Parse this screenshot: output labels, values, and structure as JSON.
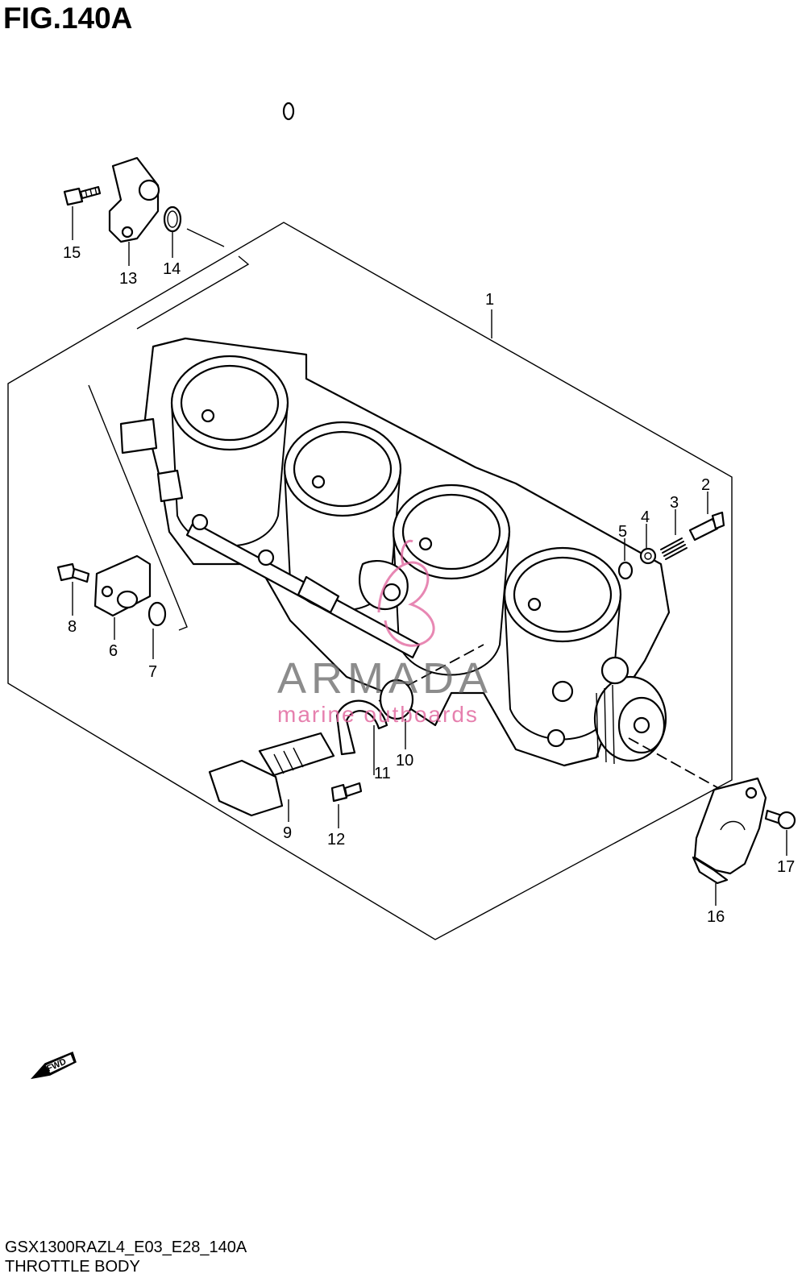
{
  "figure": {
    "title": "FIG.140A",
    "model_code": "GSX1300RAZL4_E03_E28_140A",
    "assembly_name": "THROTTLE BODY"
  },
  "watermark": {
    "brand": "ARMADA",
    "tagline": "marine outboards",
    "accent_color": "#e0609a"
  },
  "fwd_label": "FWD",
  "callouts": [
    "1",
    "2",
    "3",
    "4",
    "5",
    "6",
    "7",
    "8",
    "9",
    "10",
    "11",
    "12",
    "13",
    "14",
    "15",
    "16",
    "17"
  ]
}
